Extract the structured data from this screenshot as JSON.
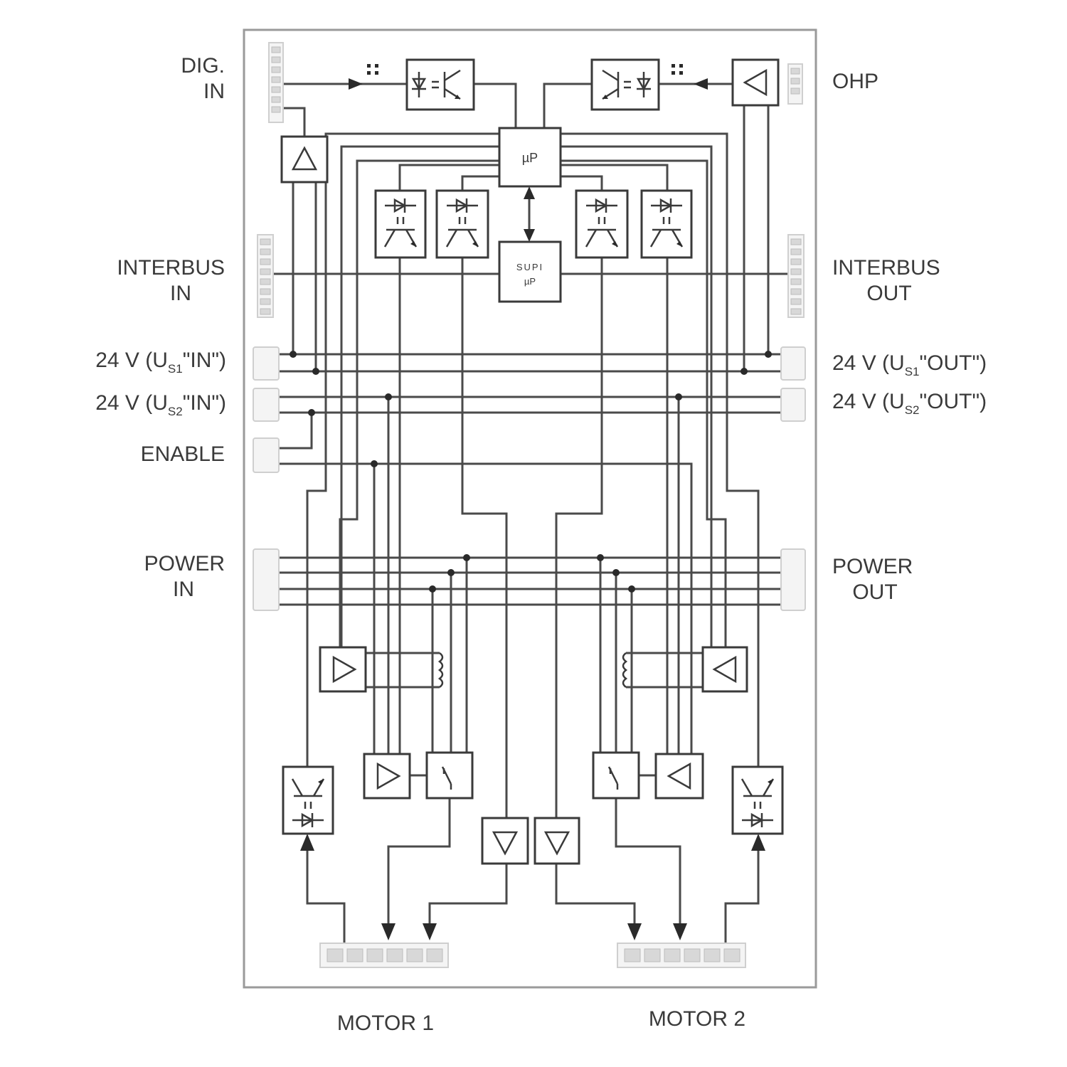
{
  "labels": {
    "dig_in": [
      "DIG.",
      "IN"
    ],
    "ohp": "OHP",
    "interbus_in": [
      "INTERBUS",
      "IN"
    ],
    "interbus_out": [
      "INTERBUS",
      "OUT"
    ],
    "us1_in": {
      "pre": "24 V (U",
      "sub": "S1",
      "post": "\"IN\")"
    },
    "us2_in": {
      "pre": "24 V (U",
      "sub": "S2",
      "post": "\"IN\")"
    },
    "us1_out": {
      "pre": "24 V (U",
      "sub": "S1",
      "post": "\"OUT\")"
    },
    "us2_out": {
      "pre": "24 V (U",
      "sub": "S2",
      "post": "\"OUT\")"
    },
    "enable": "ENABLE",
    "power_in": [
      "POWER",
      "IN"
    ],
    "power_out": [
      "POWER",
      "OUT"
    ],
    "motor1": "MOTOR 1",
    "motor2": "MOTOR 2"
  },
  "blocks": {
    "main_cpu": "µP",
    "supi_cpu": [
      "SUPI",
      "µP"
    ]
  },
  "colors": {
    "line": "#4a4a4a",
    "text": "#3a3a3a",
    "connector_fill": "#f4f4f4",
    "connector_border": "#cfcfcf",
    "background": "#ffffff"
  }
}
